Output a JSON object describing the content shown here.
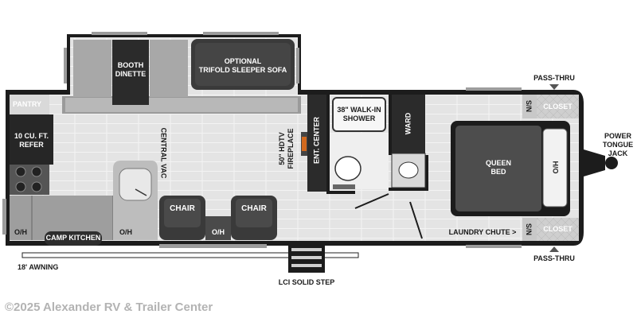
{
  "plan": {
    "booth_dinette": [
      "BOOTH",
      "DINETTE"
    ],
    "sofa": [
      "OPTIONAL",
      "TRIFOLD SLEEPER SOFA"
    ],
    "pantry": "PANTRY",
    "refer": [
      "10 CU. FT.",
      "REFER"
    ],
    "central_vac": "CENTRAL VAC",
    "hdtv_fireplace": [
      "50\" HDTV",
      "FIREPLACE"
    ],
    "ent_center": "ENT. CENTER",
    "shower": [
      "38\" WALK-IN",
      "SHOWER"
    ],
    "ward": "WARD",
    "queen_bed": [
      "QUEEN",
      "BED"
    ],
    "ho": "H/O",
    "ns_top": "N/S",
    "ns_bottom": "N/S",
    "closet_top": "CLOSET",
    "closet_bottom": "CLOSET",
    "pass_thru_top": "PASS-THRU",
    "pass_thru_bottom": "PASS-THRU",
    "power_jack": [
      "POWER",
      "TONGUE",
      "JACK"
    ],
    "chair_left": "CHAIR",
    "chair_right": "CHAIR",
    "oh_left": "O/H",
    "oh_mid": "O/H",
    "oh_chairs": "O/H",
    "camp_kitchen": "CAMP KITCHEN",
    "laundry_chute": "LAUNDRY CHUTE >",
    "awning": "18' AWNING",
    "solid_step": "LCI SOLID STEP"
  },
  "footer": {
    "copyright": "©2025 Alexander RV & Trailer Center"
  },
  "colors": {
    "wall": "#1c1c1c",
    "floor": "#e6e6e6",
    "plank_line": "#f4f4f4",
    "furniture_dark": "#3a3a3a",
    "furniture_mid": "#8c8c8c",
    "closet": "#c8c8c8"
  }
}
